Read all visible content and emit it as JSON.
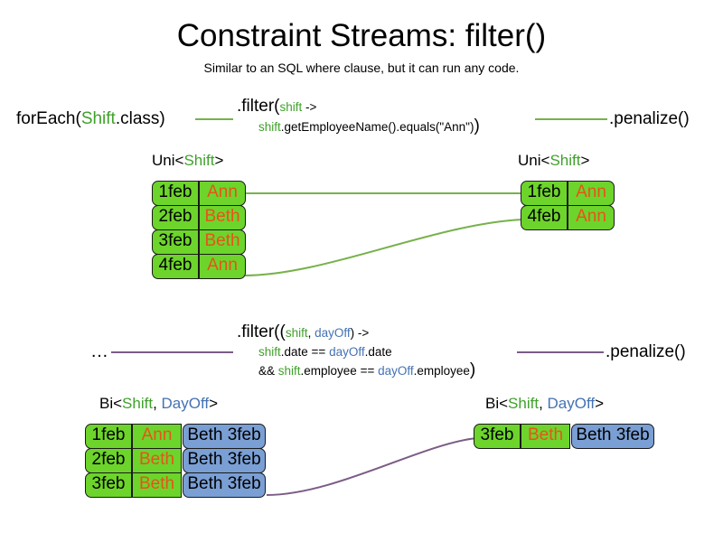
{
  "slide": {
    "title": "Constraint Streams: filter()",
    "subtitle": "Similar to an SQL where clause, but it can run any code."
  },
  "colors": {
    "shift_green": "#3FA12B",
    "dayoff_blue": "#4472B4",
    "cell_green": "#6DD42B",
    "cell_blue": "#7A9FD4",
    "name_orange": "#E8531A",
    "link_green": "#76B14A",
    "link_purple": "#7B5C85"
  },
  "uni_section": {
    "source_label": {
      "prefix": "forEach(",
      "type": "Shift",
      "suffix": ".class)"
    },
    "filter_call": {
      "head_prefix": ".filter(",
      "head_param": "shift",
      "head_suffix": " ->",
      "body_var": "shift",
      "body_rest": ".getEmployeeName().equals(\"Ann\")",
      "body_close": ")"
    },
    "sink_label": ".penalize()",
    "in_stream": {
      "prefix": "Uni<",
      "type": "Shift",
      "suffix": ">"
    },
    "out_stream": {
      "prefix": "Uni<",
      "type": "Shift",
      "suffix": ">"
    },
    "in_rows": [
      {
        "date": "1feb",
        "name": "Ann"
      },
      {
        "date": "2feb",
        "name": "Beth"
      },
      {
        "date": "3feb",
        "name": "Beth"
      },
      {
        "date": "4feb",
        "name": "Ann"
      }
    ],
    "out_rows": [
      {
        "date": "1feb",
        "name": "Ann"
      },
      {
        "date": "4feb",
        "name": "Ann"
      }
    ]
  },
  "bi_section": {
    "source_label": "…",
    "filter_call": {
      "head_prefix": ".filter((",
      "head_param1": "shift",
      "head_comma": ", ",
      "head_param2": "dayOff",
      "head_suffix": ") ->",
      "line2_var1": "shift",
      "line2_mid": ".date == ",
      "line2_var2": "dayOff",
      "line2_end": ".date",
      "line3_and": "&& ",
      "line3_var1": "shift",
      "line3_mid": ".employee == ",
      "line3_var2": "dayOff",
      "line3_end": ".employee",
      "line3_close": ")"
    },
    "sink_label": ".penalize()",
    "in_stream": {
      "prefix": "Bi<",
      "type1": "Shift",
      "comma": ", ",
      "type2": "DayOff",
      "suffix": ">"
    },
    "out_stream": {
      "prefix": "Bi<",
      "type1": "Shift",
      "comma": ", ",
      "type2": "DayOff",
      "suffix": ">"
    },
    "in_rows": [
      {
        "date": "1feb",
        "name": "Ann",
        "dayoff": "Beth 3feb"
      },
      {
        "date": "2feb",
        "name": "Beth",
        "dayoff": "Beth 3feb"
      },
      {
        "date": "3feb",
        "name": "Beth",
        "dayoff": "Beth 3feb"
      }
    ],
    "out_rows": [
      {
        "date": "3feb",
        "name": "Beth",
        "dayoff": "Beth 3feb"
      }
    ]
  }
}
